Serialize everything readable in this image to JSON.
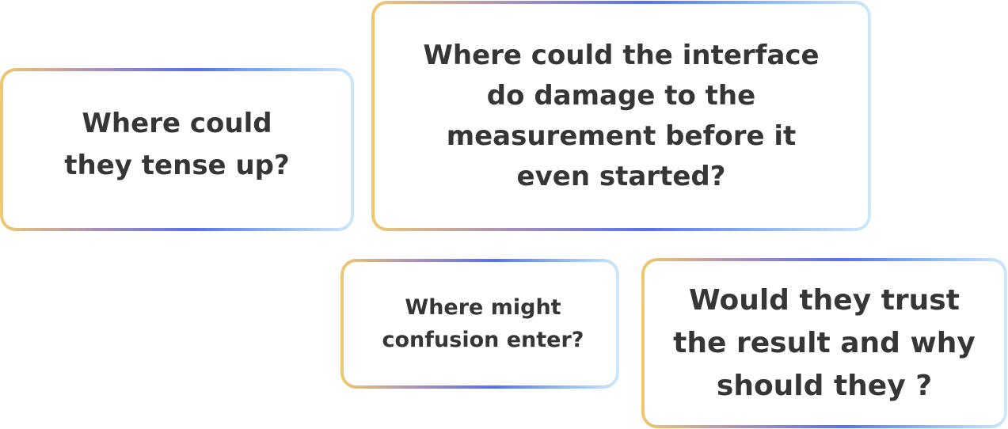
{
  "cards": [
    {
      "text": "Where could they tense up?"
    },
    {
      "text": "Where could the interface do damage to the measurement before it even started?"
    },
    {
      "text": "Where might confusion enter?"
    },
    {
      "text": "Would they trust the result and why should they ?"
    }
  ],
  "colors": {
    "text": "#363636",
    "border_gradient": [
      "#efc970",
      "#a98fb9",
      "#5672ee",
      "#8ab6f4",
      "#cde8fb"
    ],
    "background": "#ffffff"
  }
}
